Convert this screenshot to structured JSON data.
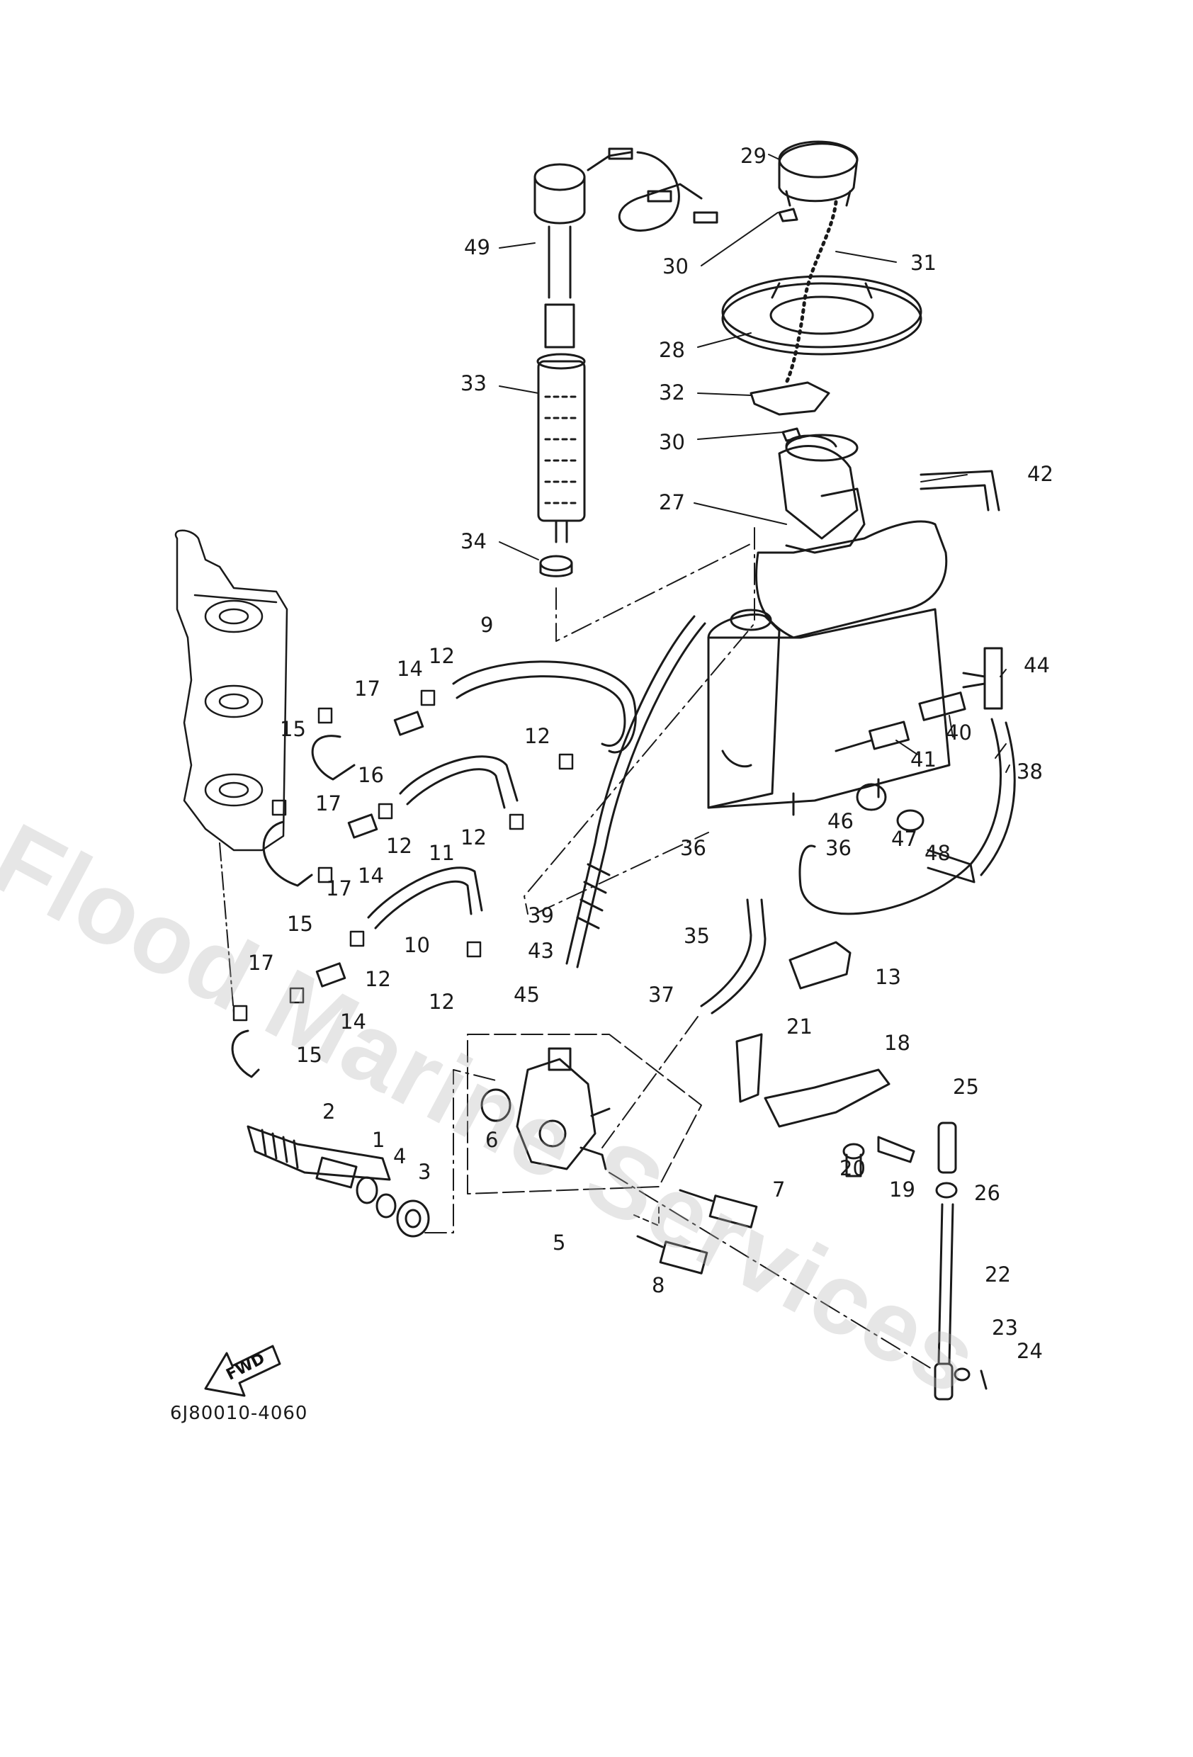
{
  "diagram": {
    "watermark": "Flood Marine Services",
    "part_code": "6J80010-4060",
    "fwd_label": "FWD",
    "labels": [
      {
        "id": "l1",
        "text": "1"
      },
      {
        "id": "l2",
        "text": "2"
      },
      {
        "id": "l3",
        "text": "3"
      },
      {
        "id": "l4",
        "text": "4"
      },
      {
        "id": "l5",
        "text": "5"
      },
      {
        "id": "l6",
        "text": "6"
      },
      {
        "id": "l7",
        "text": "7"
      },
      {
        "id": "l8",
        "text": "8"
      },
      {
        "id": "l9",
        "text": "9"
      },
      {
        "id": "l10",
        "text": "10"
      },
      {
        "id": "l11",
        "text": "11"
      },
      {
        "id": "l12a",
        "text": "12"
      },
      {
        "id": "l12b",
        "text": "12"
      },
      {
        "id": "l12c",
        "text": "12"
      },
      {
        "id": "l12d",
        "text": "12"
      },
      {
        "id": "l12e",
        "text": "12"
      },
      {
        "id": "l12f",
        "text": "12"
      },
      {
        "id": "l13",
        "text": "13"
      },
      {
        "id": "l14a",
        "text": "14"
      },
      {
        "id": "l14b",
        "text": "14"
      },
      {
        "id": "l14c",
        "text": "14"
      },
      {
        "id": "l15a",
        "text": "15"
      },
      {
        "id": "l15b",
        "text": "15"
      },
      {
        "id": "l15c",
        "text": "15"
      },
      {
        "id": "l16",
        "text": "16"
      },
      {
        "id": "l17a",
        "text": "17"
      },
      {
        "id": "l17b",
        "text": "17"
      },
      {
        "id": "l17c",
        "text": "17"
      },
      {
        "id": "l17d",
        "text": "17"
      },
      {
        "id": "l18",
        "text": "18"
      },
      {
        "id": "l19",
        "text": "19"
      },
      {
        "id": "l20",
        "text": "20"
      },
      {
        "id": "l21",
        "text": "21"
      },
      {
        "id": "l22",
        "text": "22"
      },
      {
        "id": "l23",
        "text": "23"
      },
      {
        "id": "l24",
        "text": "24"
      },
      {
        "id": "l25",
        "text": "25"
      },
      {
        "id": "l26",
        "text": "26"
      },
      {
        "id": "l27",
        "text": "27"
      },
      {
        "id": "l28",
        "text": "28"
      },
      {
        "id": "l29",
        "text": "29"
      },
      {
        "id": "l30a",
        "text": "30"
      },
      {
        "id": "l30b",
        "text": "30"
      },
      {
        "id": "l31",
        "text": "31"
      },
      {
        "id": "l32",
        "text": "32"
      },
      {
        "id": "l33",
        "text": "33"
      },
      {
        "id": "l34",
        "text": "34"
      },
      {
        "id": "l35",
        "text": "35"
      },
      {
        "id": "l36a",
        "text": "36"
      },
      {
        "id": "l36b",
        "text": "36"
      },
      {
        "id": "l37",
        "text": "37"
      },
      {
        "id": "l38",
        "text": "38"
      },
      {
        "id": "l39",
        "text": "39"
      },
      {
        "id": "l40",
        "text": "40"
      },
      {
        "id": "l41",
        "text": "41"
      },
      {
        "id": "l42",
        "text": "42"
      },
      {
        "id": "l43",
        "text": "43"
      },
      {
        "id": "l44",
        "text": "44"
      },
      {
        "id": "l45",
        "text": "45"
      },
      {
        "id": "l46",
        "text": "46"
      },
      {
        "id": "l47",
        "text": "47"
      },
      {
        "id": "l48",
        "text": "48"
      },
      {
        "id": "l49",
        "text": "49"
      }
    ]
  }
}
